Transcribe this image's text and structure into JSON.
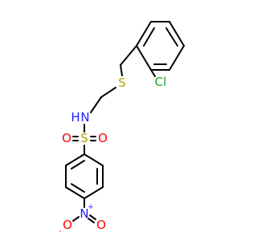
{
  "molecule": {
    "atoms": {
      "N_amine": {
        "text": "N",
        "color": "#1f1fff"
      },
      "H_amine": {
        "text": "H",
        "color": "#1f1fff"
      },
      "S_sulfonyl": {
        "text": "S",
        "color": "#b8a000"
      },
      "O_left": {
        "text": "O",
        "color": "#ff0000"
      },
      "O_right": {
        "text": "O",
        "color": "#ff0000"
      },
      "S_thioether": {
        "text": "S",
        "color": "#b8a000"
      },
      "Cl": {
        "text": "Cl",
        "color": "#1fa51f"
      },
      "N_nitro": {
        "text": "N",
        "color": "#1f1fff"
      },
      "N_nitro_charge": {
        "text": "+",
        "color": "#1f1fff"
      },
      "O_nitro_minus": {
        "text": "O",
        "color": "#ff0000"
      },
      "O_nitro_minus_charge": {
        "text": "-",
        "color": "#ff0000"
      },
      "O_nitro": {
        "text": "O",
        "color": "#ff0000"
      }
    }
  }
}
